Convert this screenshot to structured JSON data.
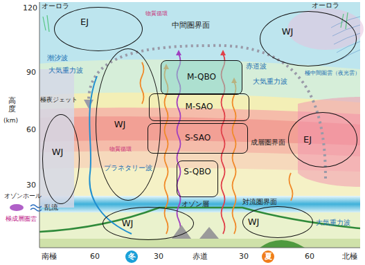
{
  "diagram": {
    "nodes": [
      {
        "text": [
          "EJ"
        ]
      },
      {
        "text": [
          "WJ"
        ]
      },
      {
        "text": [
          "M-QBO"
        ]
      },
      {
        "text": [
          "M-SAO"
        ]
      },
      {
        "text": [
          "WJ"
        ]
      },
      {
        "text": [
          "WJ"
        ]
      },
      {
        "text": [
          "EJ"
        ]
      },
      {
        "text": [
          "S-SAO"
        ]
      },
      {
        "text": [
          "S-QBO"
        ]
      },
      {
        "text": [
          "WJ"
        ]
      },
      {
        "text": [
          "WJ"
        ]
      },
      {
        "text": [
          "冬"
        ]
      },
      {
        "text": [
          "夏"
        ]
      }
    ],
    "labels": [
      "120",
      "90",
      "60",
      "30",
      "高度",
      "(km)",
      "オーロラ",
      "物質循環",
      "中間圏界面",
      "オーロラ",
      "潮汐波",
      "大気重力波",
      "赤道波",
      "大気重力波",
      "極中間圏雲（夜光雲）",
      "極夜ジェット",
      "成層圏界面",
      "物質循環",
      "プラネタリー波",
      "オゾンホール",
      "オゾン層",
      "乱流",
      "対流圏界面",
      "大気重力波",
      "極成層圏雲",
      "南極",
      "60",
      "30",
      "赤道",
      "30",
      "60",
      "北極"
    ]
  }
}
